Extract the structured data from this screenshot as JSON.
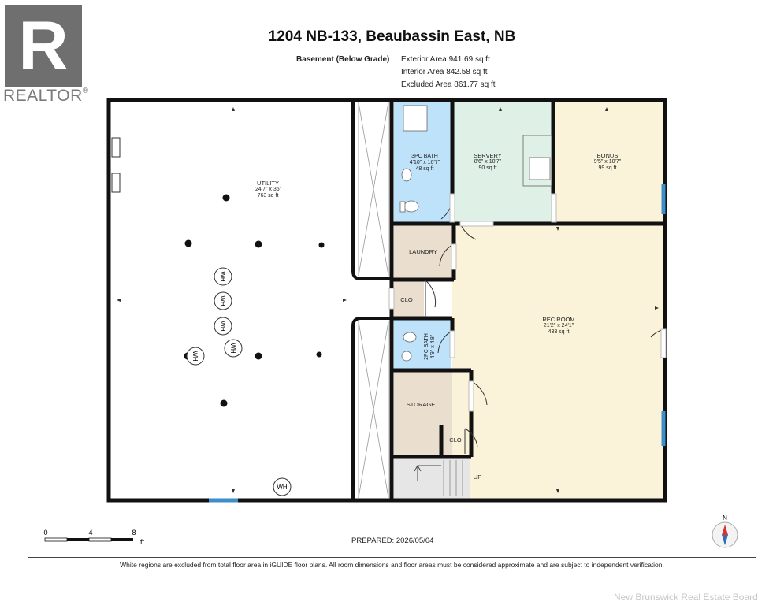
{
  "brand": {
    "logo_letter": "R",
    "logo_text": "REALTOR",
    "registered": "®"
  },
  "header": {
    "title": "1204 NB-133, Beaubassin East, NB"
  },
  "summary": {
    "level": "Basement (Below Grade)",
    "exterior": "Exterior Area 941.69 sq ft",
    "interior": "Interior Area 842.58 sq ft",
    "excluded": "Excluded Area 861.77 sq ft"
  },
  "rooms": {
    "utility": {
      "name": "UTILITY",
      "dims": "24'7\" x 35'",
      "area": "763 sq ft"
    },
    "bath3": {
      "name": "3PC BATH",
      "dims": "4'10\" x 10'7\"",
      "area": "48 sq ft"
    },
    "servery": {
      "name": "SERVERY",
      "dims": "8'6\" x 10'7\"",
      "area": "90 sq ft"
    },
    "bonus": {
      "name": "BONUS",
      "dims": "9'5\" x 10'7\"",
      "area": "99 sq ft"
    },
    "laundry": {
      "name": "LAUNDRY"
    },
    "clo1": {
      "name": "CLO"
    },
    "rec": {
      "name": "REC ROOM",
      "dims": "21'2\" x 24'1\"",
      "area": "433 sq ft"
    },
    "bath2": {
      "name": "2PC BATH",
      "dims": "4'9\" x 4'8\""
    },
    "storage": {
      "name": "STORAGE"
    },
    "clo2": {
      "name": "CLO"
    },
    "stairs": {
      "label": "UP"
    }
  },
  "fixtures": {
    "water_heater": "WH"
  },
  "scale_bar": {
    "ticks": [
      "0",
      "4",
      "8"
    ],
    "unit": "ft"
  },
  "compass": {
    "north": "N"
  },
  "footer": {
    "prepared": "PREPARED: 2026/05/04",
    "disclaimer": "White regions are excluded from total floor area in iGUIDE floor plans. All room dimensions and floor areas must be considered approximate and are subject to independent verification.",
    "board": "New Brunswick Real Estate Board"
  },
  "colors": {
    "bath": "#bfe2fb",
    "servery": "#dff0e6",
    "bonus": "#fbf3d9",
    "laundry": "#eadfcf",
    "rec": "#fbf3d9",
    "stairs": "#e6e6e6",
    "wall": "#111111",
    "window": "#3d8ec9"
  }
}
